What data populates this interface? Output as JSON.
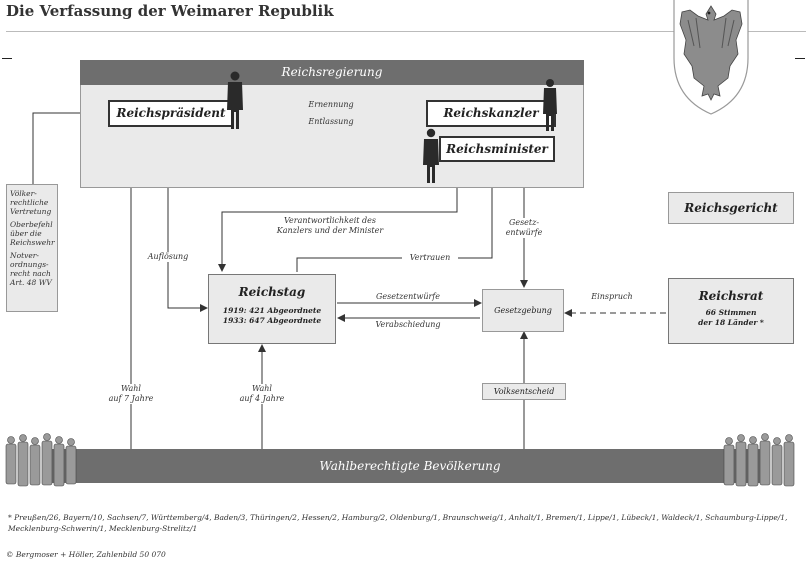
{
  "header": {
    "title": "Die Verfassung der Weimarer Republik"
  },
  "government": {
    "bar_label": "Reichsregierung",
    "president": "Reichspräsident",
    "chancellor": "Reichskanzler",
    "ministers": "Reichsminister",
    "appoint": "Ernennung",
    "dismiss": "Entlassung"
  },
  "president_powers": [
    "Völker-",
    "rechtliche",
    "Vertretung",
    "",
    "Oberbefehl",
    "über die",
    "Reichswehr",
    "",
    "Notver-",
    "ordnungs-",
    "recht nach",
    "Art. 48 WV"
  ],
  "court": "Reichsgericht",
  "responsibility": [
    "Verantwortlichkeit des",
    "Kanzlers und der Minister"
  ],
  "dissolution": "Auflösung",
  "confidence": "Vertrauen",
  "bill_drafts": [
    "Gesetz-",
    "entwürfe"
  ],
  "reichstag": {
    "title": "Reichstag",
    "line1": "1919: 421 Abgeordnete",
    "line2": "1933: 647 Abgeordnete"
  },
  "legislation": "Gesetzgebung",
  "bills": "Gesetzentwürfe",
  "passage": "Verabschiedung",
  "objection": "Einspruch",
  "reichsrat": {
    "title": "Reichsrat",
    "line1": "66 Stimmen",
    "line2": "der 18 Länder *"
  },
  "referendum": "Volksentscheid",
  "election_president": [
    "Wahl",
    "auf 7 Jahre"
  ],
  "election_reichstag": [
    "Wahl",
    "auf 4 Jahre"
  ],
  "electorate": "Wahlberechtigte Bevölkerung",
  "footnote": "* Preußen/26, Bayern/10, Sachsen/7, Württemberg/4, Baden/3, Thüringen/2, Hessen/2, Hamburg/2, Oldenburg/1, Braunschweig/1, Anhalt/1, Bremen/1, Lippe/1, Lübeck/1, Waldeck/1, Schaumburg-Lippe/1, Mecklenburg-Schwerin/1, Mecklenburg-Strelitz/1",
  "copyright": "© Bergmoser + Höller, Zahlenbild 50 070",
  "colors": {
    "bar": "#6e6e6e",
    "panel": "#eaeaea",
    "line": "#333333"
  }
}
